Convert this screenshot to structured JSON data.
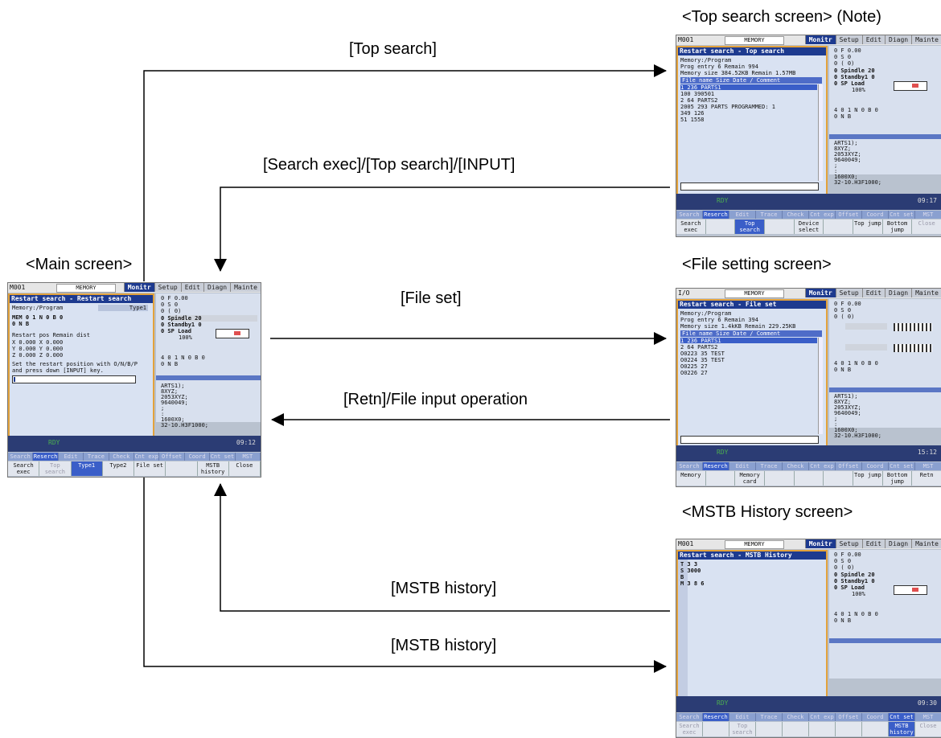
{
  "labels": {
    "top_search_screen": "<Top search screen> (Note)",
    "file_setting_screen": "<File setting screen>",
    "mstb_history_screen": "<MSTB History screen>",
    "main_screen": "<Main screen>",
    "top_search": "[Top search]",
    "search_exec": "[Search exec]/[Top search]/[INPUT]",
    "file_set": "[File set]",
    "retn": "[Retn]/File input operation",
    "mstb_history_up": "[MSTB history]",
    "mstb_history_down": "[MSTB history]"
  },
  "screens": {
    "main": {
      "sys": "M001",
      "mem": "MEMORY",
      "tabs": [
        "Monitr",
        "Setup",
        "Edit",
        "Diagn",
        "Mainte"
      ],
      "title": "Restart search - Restart search",
      "line1": "Memory:/Program",
      "type": "Type1",
      "mem_row": "MEM  0       1 N   0 B   0",
      "mem_row2": "     0         N     B",
      "restart_hdr": "Restart pos       Remain dist",
      "x": "X      0.000    X      0.000",
      "y": "Y      0.000    Y      0.000",
      "z": "Z      0.000    Z      0.000",
      "msg1": "Set the restart position with O/N/B/P",
      "msg2": "and press down [INPUT] key.",
      "rdy": "RDY",
      "clock": "09:12",
      "keys_top": [
        "Search",
        "Reserch",
        "Edit",
        "Trace",
        "Check",
        "Cnt exp",
        "Offset",
        "Coord",
        "Cnt set",
        "MST"
      ],
      "keys_bot": [
        "Search exec",
        "Top search",
        "Type1",
        "Type2",
        "File set",
        "",
        "MSTB history",
        "Close"
      ]
    },
    "top": {
      "sys": "M001",
      "mem": "MEMORY",
      "tabs": [
        "Monitr",
        "Setup",
        "Edit",
        "Diagn",
        "Mainte"
      ],
      "title": "Restart search - Top search",
      "line1": "Memory:/Program",
      "line2": "Prog entry          6 Remain      994",
      "line3": "Memory size   384.52KB Remain   1.57MB",
      "cols": "File name       Size Date / Comment",
      "rows": [
        "1              236 PARTS1",
        "100          390501",
        "2               64 PARTS2",
        "2005           293 PARTS PROGRAMMED: 1",
        "349            126",
        "51            1558"
      ],
      "rdy": "RDY",
      "clock": "09:17",
      "keys_top": [
        "Search",
        "Reserch",
        "Edit",
        "Trace",
        "Check",
        "Cnt exp",
        "Offset",
        "Coord",
        "Cnt set",
        "MST"
      ],
      "keys_bot": [
        "Search exec",
        "",
        "Top search",
        "",
        "Device select",
        "",
        "Top jump",
        "Bottom jump",
        "Close"
      ]
    },
    "file": {
      "sys": "I/O",
      "mem": "MEMORY",
      "tabs": [
        "Monitr",
        "Setup",
        "Edit",
        "Diagn",
        "Mainte"
      ],
      "title": "Restart search - File set",
      "line1": "Memory:/Program",
      "line2": "Prog entry          6 Remain      394",
      "line3": "Memory size    1.4kKB Remain  229.25KB",
      "cols": "File name       Size Date / Comment",
      "rows": [
        "1               236 PARTS1",
        "2                64 PARTS2",
        "O0223            35 TEST",
        "O0224            35 TEST",
        "O0225            27",
        "O0226            27"
      ],
      "rdy": "RDY",
      "clock": "15:12",
      "keys_top": [
        "Search",
        "Reserch",
        "Edit",
        "Trace",
        "Check",
        "Cnt exp",
        "Offset",
        "Coord",
        "Cnt set",
        "MST"
      ],
      "keys_bot": [
        "Memory",
        "",
        "Memory card",
        "",
        "",
        "",
        "Top jump",
        "Bottom jump",
        "Retn"
      ]
    },
    "mstb": {
      "sys": "M001",
      "mem": "MEMORY",
      "tabs": [
        "Monitr",
        "Setup",
        "Edit",
        "Diagn",
        "Mainte"
      ],
      "title": "Restart search - MSTB History",
      "row_t": "T     3     3",
      "row_s": "S  3000",
      "row_b": "B",
      "row_m": "M     3     8     6",
      "rdy": "RDY",
      "clock": "09:30",
      "keys_top": [
        "Search",
        "Reserch",
        "Edit",
        "Trace",
        "Check",
        "Cnt exp",
        "Offset",
        "Coord",
        "Cnt set",
        "MST"
      ],
      "keys_bot": [
        "Search exec",
        "",
        "Top search",
        "",
        "",
        "",
        "",
        "",
        "MSTB history",
        "Close"
      ]
    },
    "right_panel": {
      "f": "0 F         0.00",
      "s": "0 S         0",
      "p": "0 (         0)",
      "spindle": "0 Spindle          20",
      "standby": "0 Standby1          0",
      "spload": "0 SP Load",
      "pct": "100%",
      "nb1": "4  0        1 N    0 B   0",
      "nb2": "   0          N      B",
      "prog": [
        "ARTS1);",
        "8XYZ;",
        "2053XYZ;",
        "9640049;",
        ";",
        ":",
        "1600X0;",
        "32-10.H3F1000;"
      ]
    }
  }
}
